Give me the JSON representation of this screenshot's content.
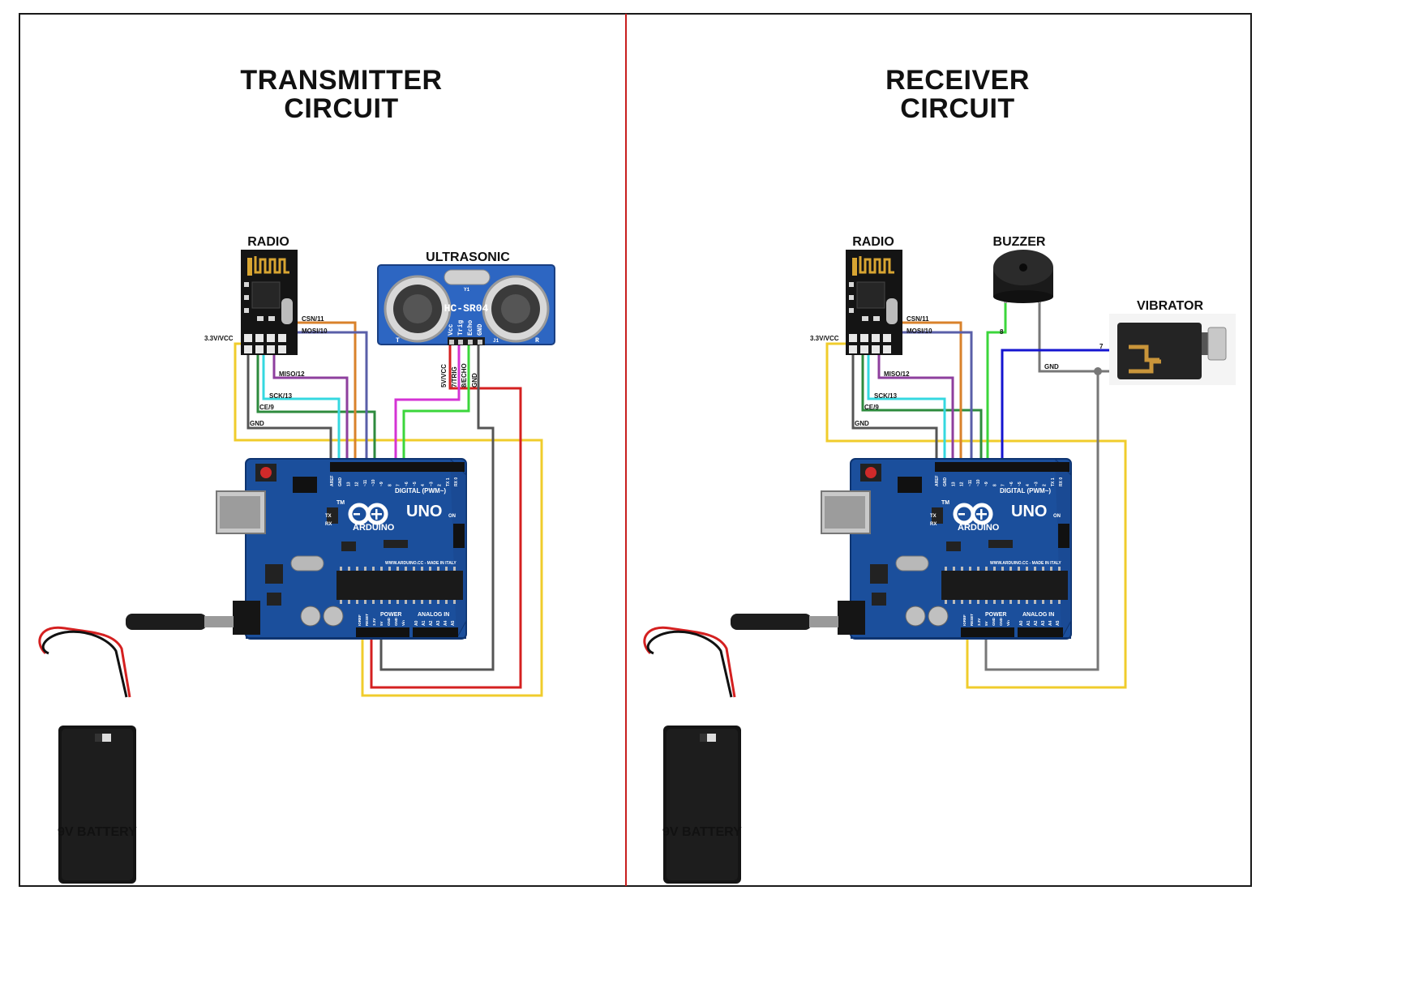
{
  "transmitter": {
    "title_line1": "TRANSMITTER",
    "title_line2": "CIRCUIT",
    "radio_label": "RADIO",
    "ultrasonic_label": "ULTRASONIC",
    "ultrasonic_model": "HC-SR04",
    "ultrasonic_pins": [
      "Vcc",
      "Trig",
      "Echo",
      "GND"
    ],
    "ultrasonic_marks": [
      "T",
      "R",
      "Y1",
      "J1"
    ],
    "battery_label": "9V BATTERY",
    "radio_pins": {
      "vcc": "3.3V/VCC",
      "csn": "CSN/11",
      "mosi": "MOSI/10",
      "miso": "MISO/12",
      "sck": "SCK/13",
      "ce": "CE/9",
      "gnd": "GND"
    },
    "sonic_pins": {
      "vcc": "5V/VCC",
      "trig": "7/TRIG",
      "echo": "8/ECHO",
      "gnd": "GND"
    }
  },
  "receiver": {
    "title_line1": "RECEIVER",
    "title_line2": "CIRCUIT",
    "radio_label": "RADIO",
    "buzzer_label": "BUZZER",
    "vibrator_label": "VIBRATOR",
    "battery_label": "9V BATTERY",
    "radio_pins": {
      "vcc": "3.3V/VCC",
      "csn": "CSN/11",
      "mosi": "MOSI/10",
      "miso": "MISO/12",
      "sck": "SCK/13",
      "ce": "CE/9",
      "gnd": "GND"
    },
    "buzzer_pin": "8",
    "vibrator_pin": "7",
    "vibrator_gnd": "GND"
  },
  "arduino": {
    "brand": "ARDUINO",
    "model": "UNO",
    "tm": "TM",
    "digital_header": "DIGITAL (PWM~)",
    "power_header": "POWER",
    "analog_header": "ANALOG IN",
    "made_in": "WWW.ARDUINO.CC - MADE IN ITALY",
    "tx": "TX",
    "rx": "RX",
    "on": "ON",
    "digital_pins": [
      "AREF",
      "GND",
      "13",
      "12",
      "~11",
      "~10",
      "~9",
      "8",
      "7",
      "~6",
      "~5",
      "4",
      "~3",
      "2",
      "TX 1",
      "RX 0"
    ],
    "power_pins": [
      "IOREF",
      "RESET",
      "3.3V",
      "5V",
      "GND",
      "GND",
      "Vin"
    ],
    "analog_pins": [
      "A0",
      "A1",
      "A2",
      "A3",
      "A4",
      "A5"
    ]
  },
  "colors": {
    "divider": "#c81e1e",
    "board": "#1b4f9c",
    "board_dark": "#133b78",
    "wire_orange": "#d9822b",
    "wire_blue_grey": "#5a5fa8",
    "wire_purple": "#8e3f9e",
    "wire_cyan": "#35d8e0",
    "wire_green": "#2e8b3e",
    "wire_grey": "#555555",
    "wire_yellow": "#f0cc2c",
    "wire_red": "#d42020",
    "wire_magenta": "#d433d4",
    "wire_lime": "#3bd63b",
    "wire_darkblue": "#1515d0"
  }
}
